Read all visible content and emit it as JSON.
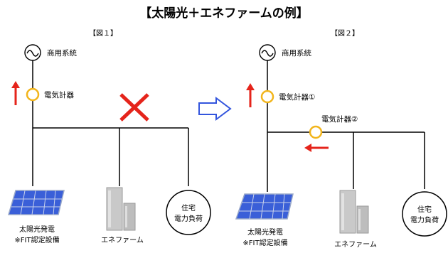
{
  "title": "【太陽光＋エネファームの例】",
  "figures": [
    {
      "label": "【図１】",
      "grid_source": "商用系統",
      "meters": [
        "電気計器"
      ],
      "solar": [
        "太陽光発電",
        "※FIT認定設備"
      ],
      "fuel_cell": "エネファーム",
      "load": [
        "住宅",
        "電力負荷"
      ]
    },
    {
      "label": "【図２】",
      "grid_source": "商用系統",
      "meters": [
        "電気計器①",
        "電気計器②"
      ],
      "solar": [
        "太陽光発電",
        "※FIT認定設備"
      ],
      "fuel_cell": "エネファーム",
      "load": [
        "住宅",
        "電力負荷"
      ]
    }
  ],
  "colors": {
    "meter": "#f2b51c",
    "flow_arrow": "#e5241b",
    "cross": "#e5241b",
    "transition_arrow": "#3355dd",
    "solar_panel": "#3a5fd8"
  },
  "icons": [
    "ac-source-icon",
    "meter-icon",
    "cross-icon",
    "transition-arrow-icon",
    "solar-panel-icon",
    "fuel-cell-unit-icon"
  ]
}
